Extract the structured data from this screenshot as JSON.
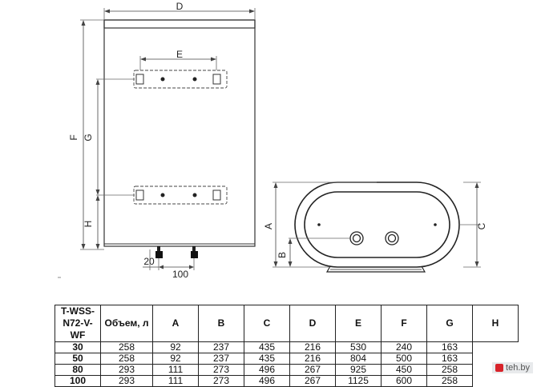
{
  "dimensions": {
    "D": "D",
    "E": "E",
    "F": "F",
    "G": "G",
    "H": "H",
    "A": "A",
    "B": "B",
    "C": "C",
    "offset": "20",
    "spacing": "100"
  },
  "table": {
    "model": "T-WSS-N72-V-WF",
    "volume_header": "Объем, л",
    "columns": [
      "A",
      "B",
      "C",
      "D",
      "E",
      "F",
      "G",
      "H"
    ],
    "rows": [
      {
        "volume": "30",
        "values": [
          "258",
          "92",
          "237",
          "435",
          "216",
          "530",
          "240",
          "163"
        ]
      },
      {
        "volume": "50",
        "values": [
          "258",
          "92",
          "237",
          "435",
          "216",
          "804",
          "500",
          "163"
        ]
      },
      {
        "volume": "80",
        "values": [
          "293",
          "111",
          "273",
          "496",
          "267",
          "925",
          "450",
          "258"
        ]
      },
      {
        "volume": "100",
        "values": [
          "293",
          "111",
          "273",
          "496",
          "267",
          "1125",
          "600",
          "258"
        ]
      }
    ]
  },
  "watermark": "teh.by"
}
